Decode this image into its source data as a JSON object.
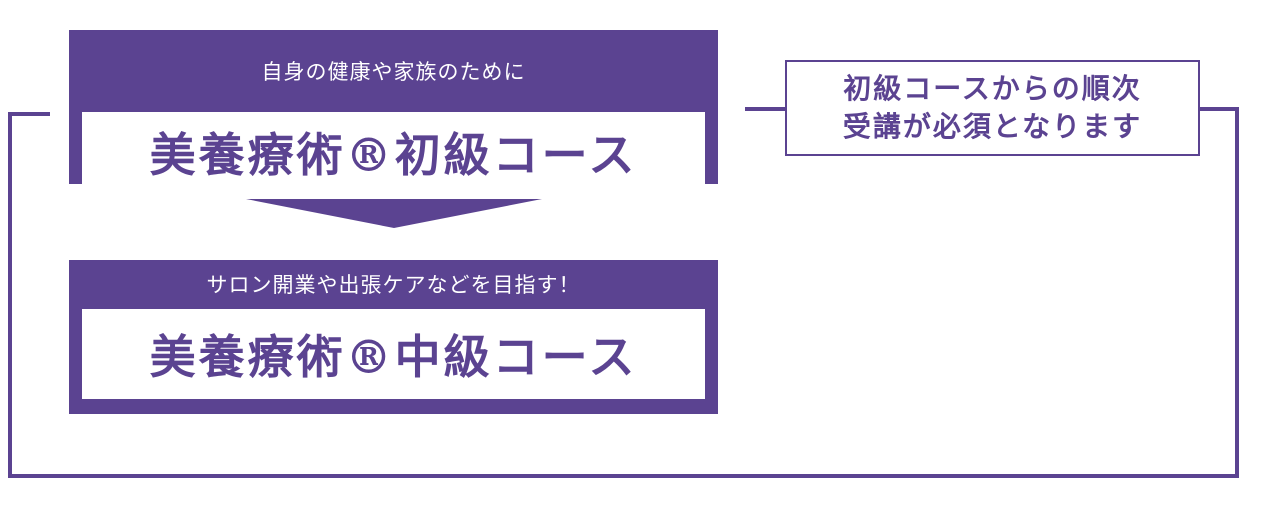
{
  "colors": {
    "brand_purple": "#5b4391",
    "background": "#ffffff"
  },
  "beginner_course": {
    "subtitle": "自身の健康や家族のために",
    "title": "美養療術®初級コース"
  },
  "intermediate_course": {
    "subtitle": "サロン開業や出張ケアなどを目指す！",
    "title": "美養療術®中級コース"
  },
  "note": {
    "line1": "初級コースからの順次",
    "line2": "受講が必須となります"
  }
}
